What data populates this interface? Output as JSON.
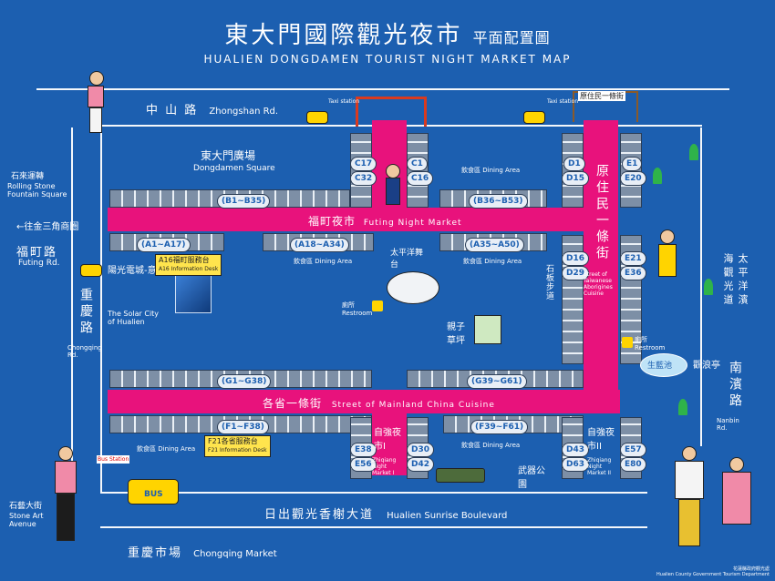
{
  "title": {
    "zh_main": "東大門國際觀光夜市",
    "zh_sub": "平面配置圖",
    "en": "HUALIEN DONGDAMEN TOURIST NIGHT MARKET MAP"
  },
  "roads": {
    "zhongshan": {
      "zh": "中 山 路",
      "en": "Zhongshan Rd."
    },
    "futing": {
      "zh": "福町路",
      "en": "Futing Rd."
    },
    "chongqing": {
      "zh": "重慶路",
      "en": "Chongqing Rd."
    },
    "sunrise": {
      "zh": "日出觀光香榭大道",
      "en": "Hualien Sunrise Boulevard"
    },
    "chongqing_market": {
      "zh": "重慶市場",
      "en": "Chongqing Market"
    },
    "nanbin": {
      "zh": "南濱路",
      "en": "Nanbin Rd."
    },
    "pacific": {
      "zh": "太平洋濱海觀光道"
    }
  },
  "streets": {
    "futing_market": {
      "zh": "福町夜市",
      "en": "Futing Night Market"
    },
    "mainland": {
      "zh": "各省一條街",
      "en": "Street of Mainland China Cuisine"
    },
    "aborigines": {
      "zh": "原住民一條街",
      "en": "Street of Taiwanese Aborigines Cuisine"
    },
    "ziqiang1": {
      "zh": "自強夜市I",
      "en": "Zhiqiang Night Market I"
    },
    "ziqiang2": {
      "zh": "自強夜市II",
      "en": "Zhiqiang Night Market II"
    }
  },
  "zones": {
    "b1": "(B1~B35)",
    "b36": "(B36~B53)",
    "a1": "(A1~A17)",
    "a18": "(A18~A34)",
    "a35": "(A35~A50)",
    "g1": "(G1~G38)",
    "g39": "(G39~G61)",
    "f1": "(F1~F38)",
    "f39": "(F39~F61)",
    "c17": "C17",
    "c32": "C32",
    "c1": "C1",
    "c16": "C16",
    "d1": "D1",
    "d15": "D15",
    "e1": "E1",
    "e20": "E20",
    "d16": "D16",
    "d29": "D29",
    "e21": "E21",
    "e36": "E36",
    "e38": "E38",
    "e56": "E56",
    "d30": "D30",
    "d42": "D42",
    "d43": "D43",
    "d63": "D63",
    "e57": "E57",
    "e80": "E80"
  },
  "desks": {
    "a16": {
      "zh": "A16福町服務台",
      "en": "A16 Information Desk"
    },
    "f21": {
      "zh": "F21各省服務台",
      "en": "F21 Information Desk"
    }
  },
  "places": {
    "dongdamen_sq": {
      "zh": "東大門廣場",
      "en": "Dongdamen Square"
    },
    "stone_fountain": {
      "zh": "石來運轉",
      "en": "Rolling Stone Fountain Square"
    },
    "to_sanjiao": {
      "zh": "←往金三角商圈"
    },
    "solar_city": {
      "zh": "陽光電城-意象區",
      "en": "The Solar City of Hualien"
    },
    "pacific_stage": {
      "zh": "太平洋舞台"
    },
    "restroom": {
      "zh": "廁所",
      "en": "Restroom"
    },
    "kids_lawn": {
      "zh": "親子草坪"
    },
    "shiban_trail": {
      "zh": "石板步道"
    },
    "shenglan_pond": {
      "zh": "生藍池"
    },
    "wave_pavilion": {
      "zh": "觀浪亭"
    },
    "weapons_park": {
      "zh": "武器公園"
    },
    "stone_art": {
      "zh": "石藝大街",
      "en": "Stone Art Avenue"
    },
    "gate_sign": {
      "zh": "原住民一條街"
    },
    "bus_label": "BUS",
    "bus_station": "Bus Station",
    "taxi_station": "Taxi station",
    "dining_zh": "飲食區",
    "dining_en": "Dining Area",
    "dining_full": "Dining Area",
    "credit": "花蓮縣政府觀光處\nHualien County Government Tourism Department"
  },
  "colors": {
    "background": "#1c5fb0",
    "street": "#e8127c",
    "stall": "#7d8fa6",
    "desk": "#ffe44d"
  }
}
